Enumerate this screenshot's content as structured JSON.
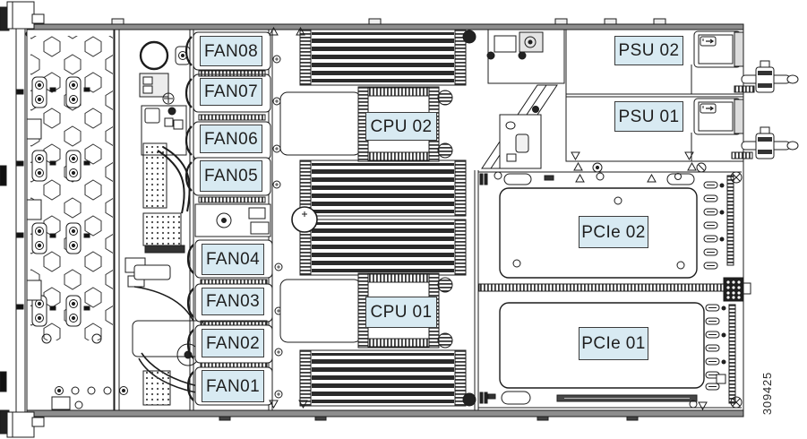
{
  "figure": {
    "number": "309425"
  },
  "colors": {
    "label_fill": "#d8eaf2",
    "label_border": "#3c3c3c"
  },
  "labels": {
    "fan08": "FAN08",
    "fan07": "FAN07",
    "fan06": "FAN06",
    "fan05": "FAN05",
    "fan04": "FAN04",
    "fan03": "FAN03",
    "fan02": "FAN02",
    "fan01": "FAN01",
    "cpu02": "CPU 02",
    "cpu01": "CPU 01",
    "psu02": "PSU 02",
    "psu01": "PSU 01",
    "pcie02": "PCIe 02",
    "pcie01": "PCIe 01"
  }
}
